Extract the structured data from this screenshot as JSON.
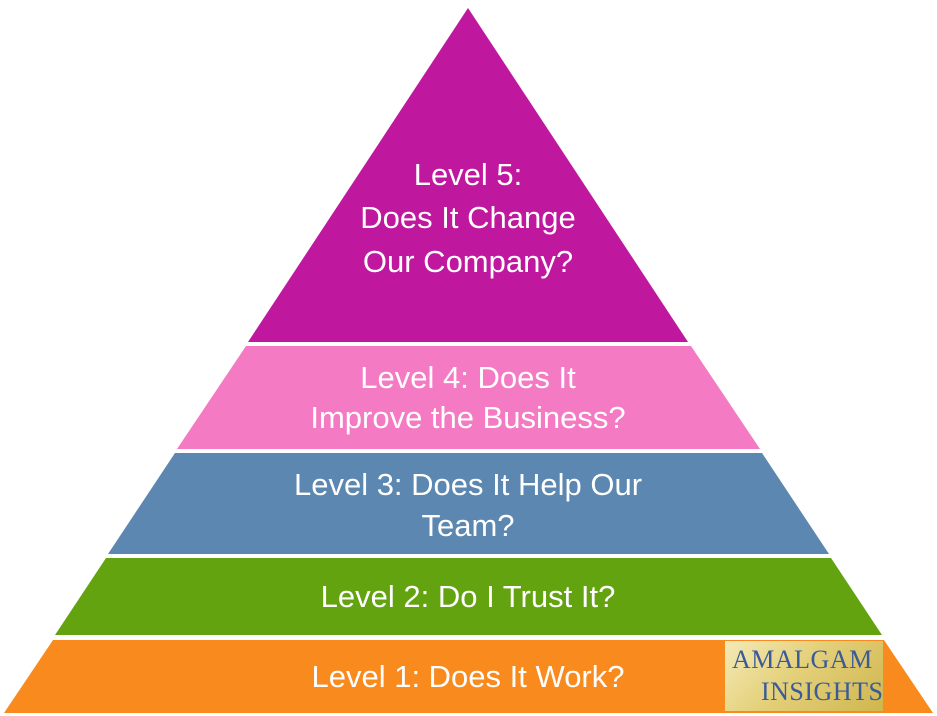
{
  "levels": [
    {
      "id": "level-5",
      "lines": [
        "Level 5:",
        "Does It Change",
        "Our Company?"
      ],
      "color": "#c0179f"
    },
    {
      "id": "level-4",
      "lines": [
        "Level 4: Does It",
        "Improve the Business?"
      ],
      "color": "#f47ac3"
    },
    {
      "id": "level-3",
      "lines": [
        "Level 3: Does It Help Our",
        "Team?"
      ],
      "color": "#5b87b0"
    },
    {
      "id": "level-2",
      "lines": [
        "Level 2: Do I Trust It?"
      ],
      "color": "#62a30f"
    },
    {
      "id": "level-1",
      "lines": [
        "Level 1: Does It Work?"
      ],
      "color": "#f98a1e"
    }
  ],
  "logo": {
    "line1": "AMALGAM",
    "line2": "INSIGHTS"
  }
}
